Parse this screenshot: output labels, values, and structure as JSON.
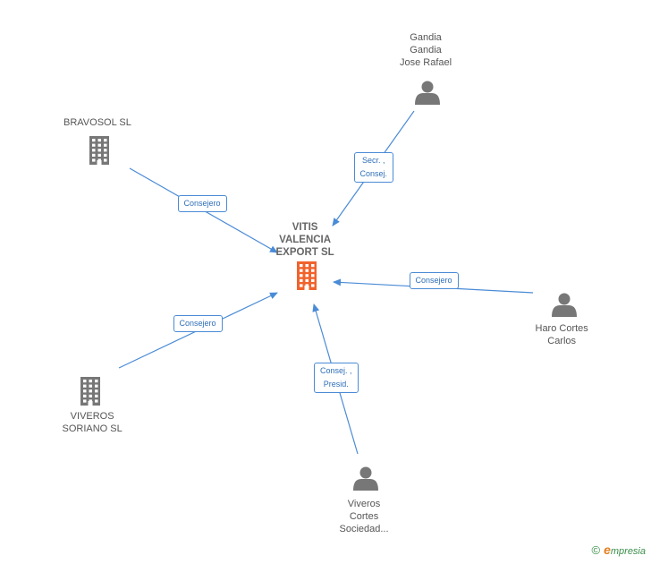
{
  "colors": {
    "edge": "#4a8bd6",
    "center_icon": "#f0632d",
    "node_icon": "#777777"
  },
  "center": {
    "label": [
      "VITIS",
      "VALENCIA",
      "EXPORT SL"
    ],
    "icon": "building-icon"
  },
  "nodes": [
    {
      "id": "gandia",
      "label": [
        "Gandia",
        "Gandia",
        "Jose Rafael"
      ],
      "icon": "person-icon",
      "relation": [
        "Secr. ,",
        "Consej."
      ]
    },
    {
      "id": "bravosol",
      "label": [
        "BRAVOSOL SL"
      ],
      "icon": "building-icon",
      "relation": [
        "Consejero"
      ]
    },
    {
      "id": "haro",
      "label": [
        "Haro Cortes",
        "Carlos"
      ],
      "icon": "person-icon",
      "relation": [
        "Consejero"
      ]
    },
    {
      "id": "viveros-soriano",
      "label": [
        "VIVEROS",
        "SORIANO SL"
      ],
      "icon": "building-icon",
      "relation": [
        "Consejero"
      ]
    },
    {
      "id": "viveros-cortes",
      "label": [
        "Viveros",
        "Cortes",
        "Sociedad..."
      ],
      "icon": "person-icon",
      "relation": [
        "Consej. ,",
        "Presid."
      ]
    }
  ],
  "footer": {
    "copyright": "©",
    "brand_initial": "e",
    "brand_rest": "mpresia"
  }
}
